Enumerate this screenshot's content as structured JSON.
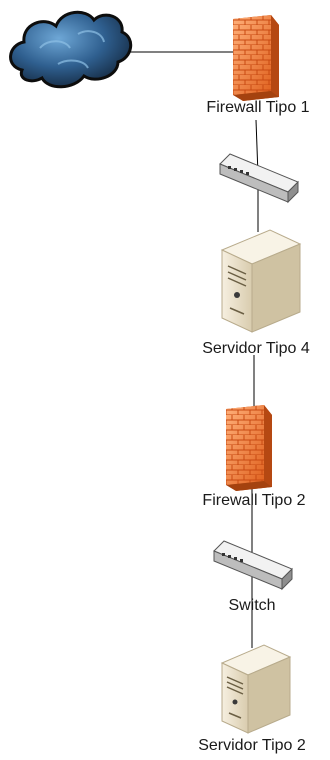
{
  "diagram": {
    "nodes": [
      {
        "id": "internet",
        "kind": "cloud-icon",
        "label": ""
      },
      {
        "id": "firewall1",
        "kind": "firewall-icon",
        "label": "Firewall Tipo 1"
      },
      {
        "id": "switch1",
        "kind": "switch-icon",
        "label": ""
      },
      {
        "id": "server4",
        "kind": "server-icon",
        "label": "Servidor Tipo 4"
      },
      {
        "id": "firewall2",
        "kind": "firewall-icon",
        "label": "Firewall Tipo 2"
      },
      {
        "id": "switch2",
        "kind": "switch-icon",
        "label": "Switch"
      },
      {
        "id": "server2",
        "kind": "server-icon",
        "label": "Servidor Tipo 2"
      }
    ],
    "edges": [
      {
        "from": "internet",
        "to": "firewall1"
      },
      {
        "from": "firewall1",
        "to": "switch1"
      },
      {
        "from": "switch1",
        "to": "server4"
      },
      {
        "from": "server4",
        "to": "firewall2"
      },
      {
        "from": "firewall2",
        "to": "switch2"
      },
      {
        "from": "switch2",
        "to": "server2"
      }
    ],
    "colors": {
      "cloud": "#2f5f8f",
      "firewall": "#f07a3a",
      "server": "#e9dfc8",
      "switch": "#d6d6d6",
      "line": "#000000"
    }
  }
}
